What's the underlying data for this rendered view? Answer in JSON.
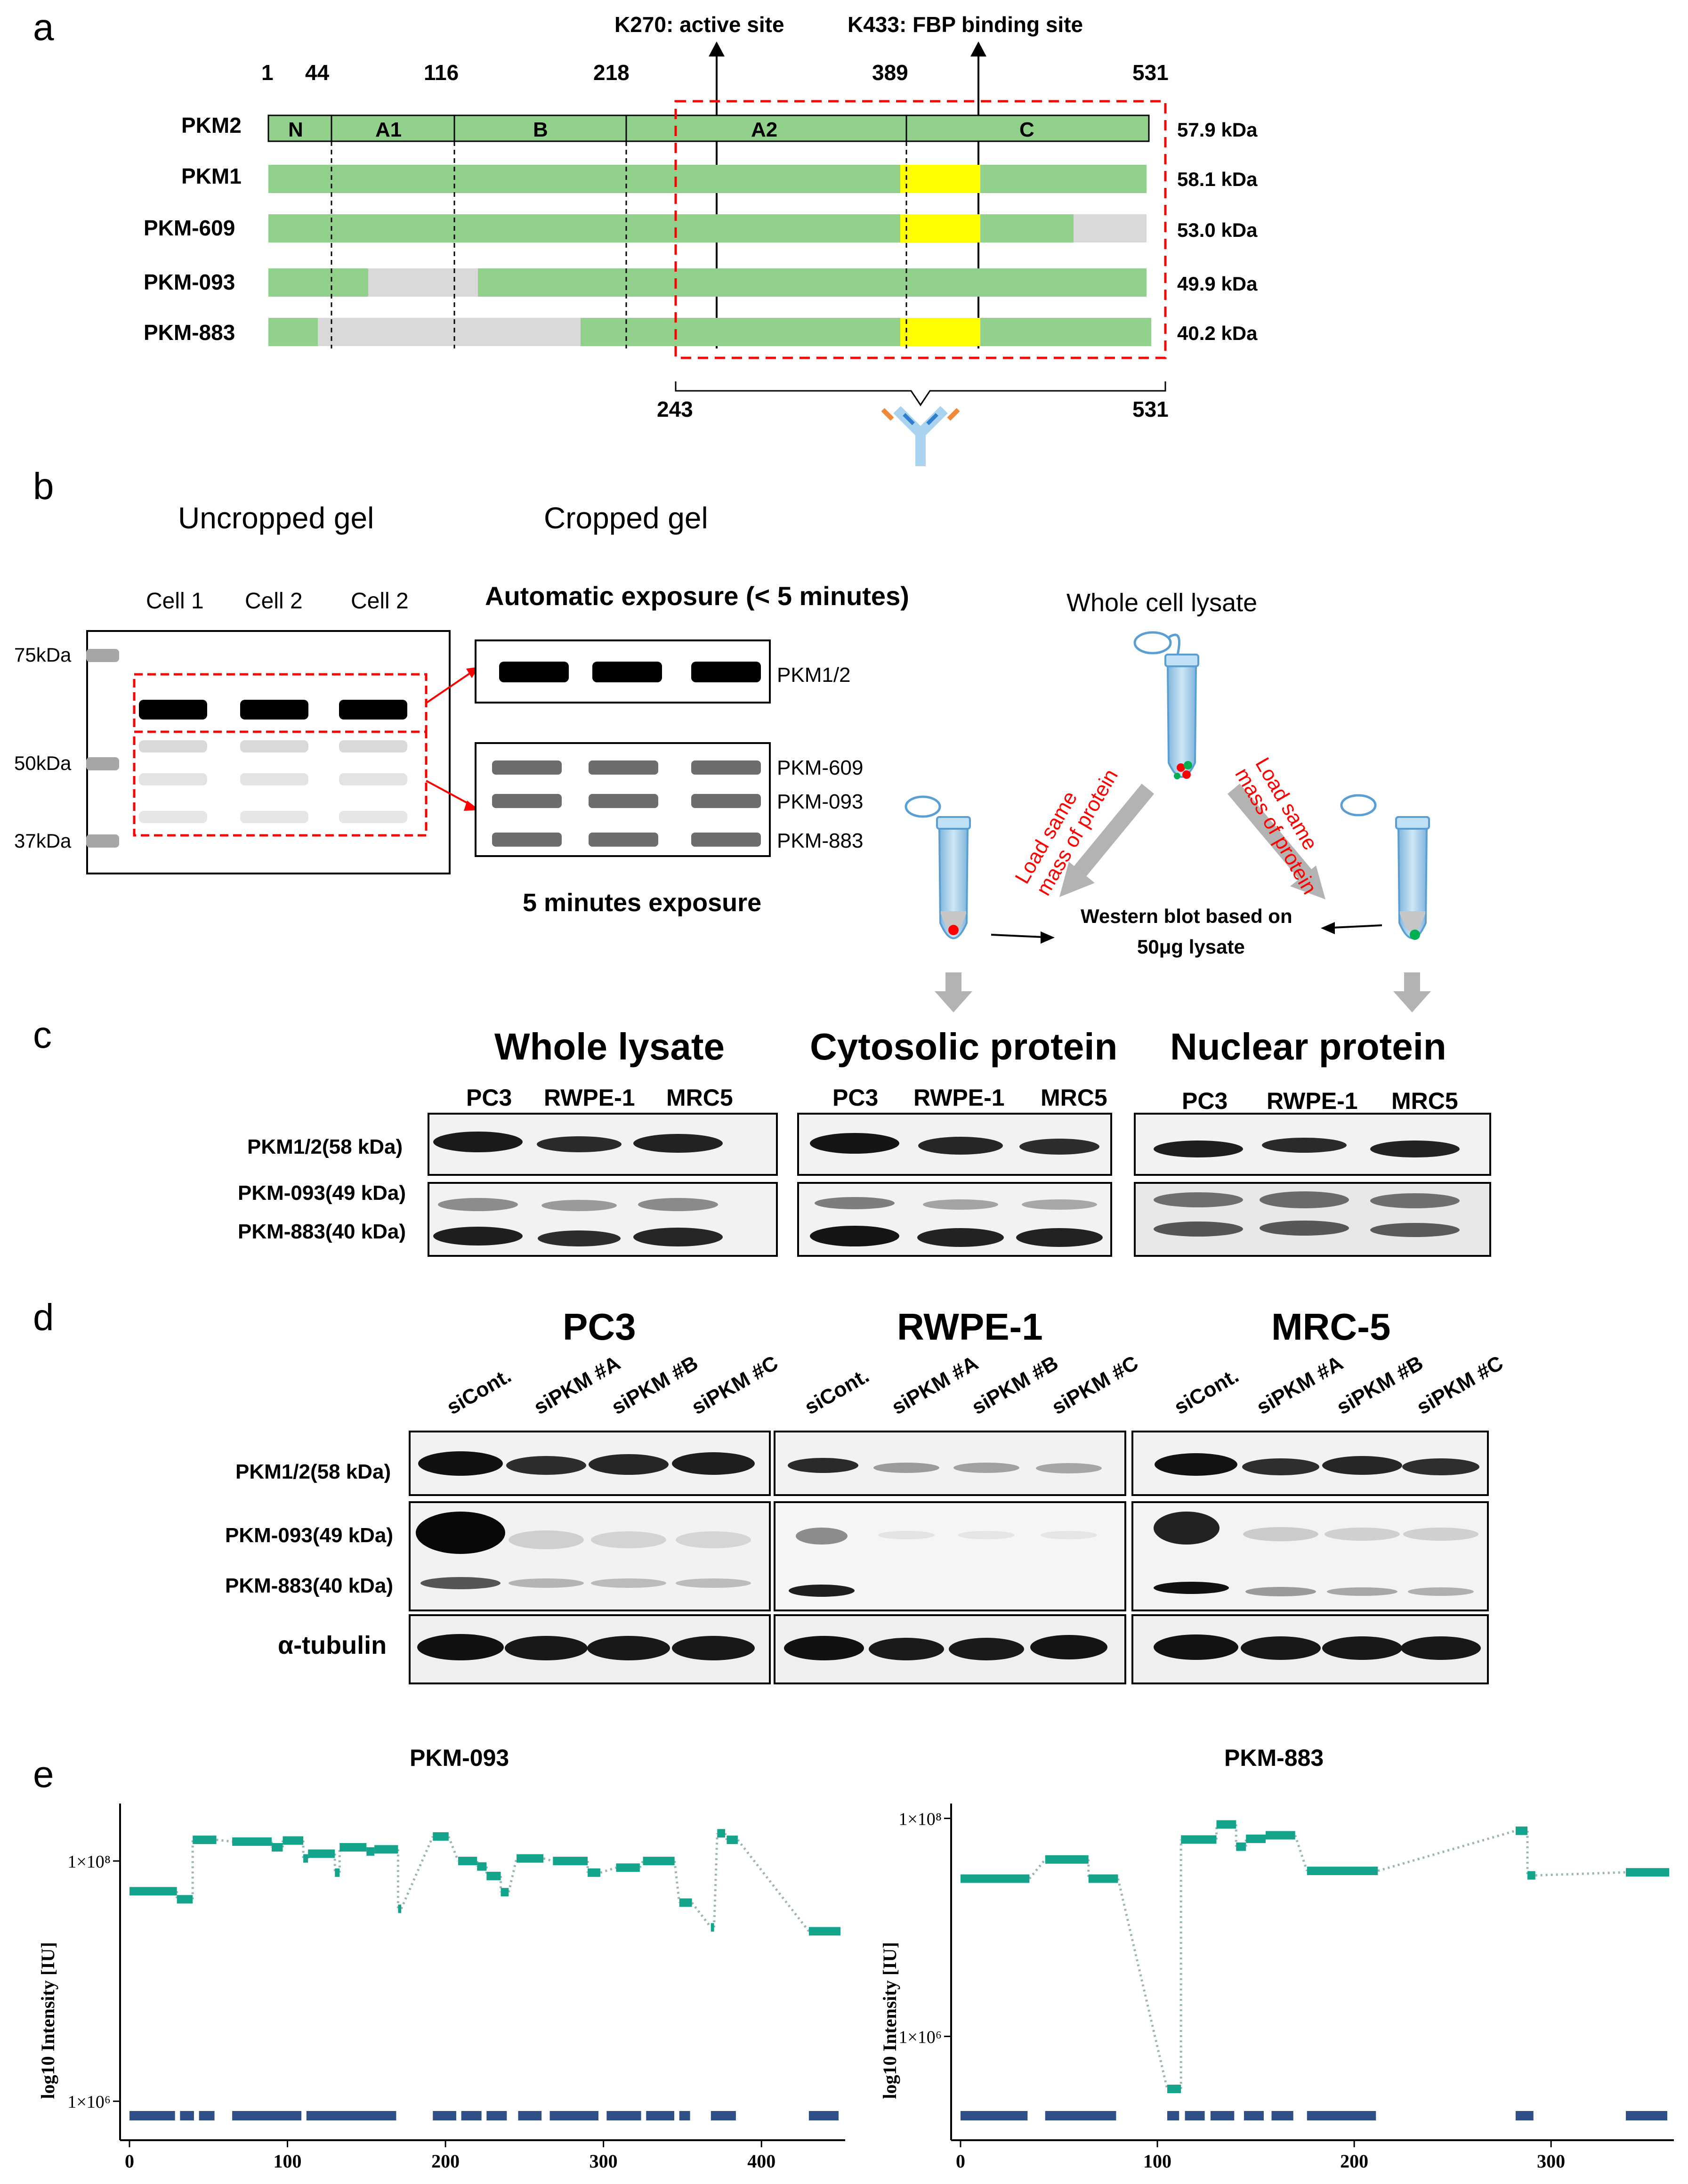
{
  "panels": {
    "a": "a",
    "b": "b",
    "c": "c",
    "d": "d",
    "e": "e"
  },
  "panel_a": {
    "annot_active": "K270: active site",
    "annot_fbp": "K433: FBP binding site",
    "positions": [
      "1",
      "44",
      "116",
      "218",
      "389",
      "531"
    ],
    "antibody_range": [
      "243",
      "531"
    ],
    "domains": [
      "N",
      "A1",
      "B",
      "A2",
      "C"
    ],
    "isoforms": [
      {
        "name": "PKM2",
        "kda": "57.9 kDa"
      },
      {
        "name": "PKM1",
        "kda": "58.1 kDa"
      },
      {
        "name": "PKM-609",
        "kda": "53.0 kDa"
      },
      {
        "name": "PKM-093",
        "kda": "49.9 kDa"
      },
      {
        "name": "PKM-883",
        "kda": "40.2 kDa"
      }
    ],
    "colors": {
      "domain": "#92d18b",
      "missing": "#d9d9d9",
      "alt_exon": "#ffff00",
      "highlight": "#ff0000"
    }
  },
  "panel_b": {
    "uncropped_title": "Uncropped gel",
    "cropped_title": "Cropped gel",
    "cells": [
      "Cell 1",
      "Cell 2",
      "Cell 2"
    ],
    "markers": [
      "75kDa",
      "50kDa",
      "37kDa"
    ],
    "auto_exposure": "Automatic exposure (< 5 minutes)",
    "five_min": "5 minutes exposure",
    "band_labels": [
      "PKM1/2",
      "PKM-609",
      "PKM-093",
      "PKM-883"
    ],
    "lysate_title": "Whole cell lysate",
    "load_text": [
      "Load same",
      "mass of protein"
    ],
    "western_text": [
      "Western blot based on",
      "50μg lysate"
    ]
  },
  "panel_c": {
    "groups": [
      {
        "title": "Whole lysate",
        "lanes": [
          "PC3",
          "RWPE-1",
          "MRC5"
        ]
      },
      {
        "title": "Cytosolic protein",
        "lanes": [
          "PC3",
          "RWPE-1",
          "MRC5"
        ]
      },
      {
        "title": "Nuclear protein",
        "lanes": [
          "PC3",
          "RWPE-1",
          "MRC5"
        ]
      }
    ],
    "row_labels": [
      "PKM1/2(58 kDa)",
      "PKM-093(49 kDa)",
      "PKM-883(40 kDa)"
    ]
  },
  "panel_d": {
    "groups": [
      {
        "title": "PC3"
      },
      {
        "title": "RWPE-1"
      },
      {
        "title": "MRC-5"
      }
    ],
    "lanes": [
      "siCont.",
      "siPKM #A",
      "siPKM #B",
      "siPKM #C"
    ],
    "row_labels": [
      "PKM1/2(58 kDa)",
      "PKM-093(49 kDa)",
      "PKM-883(40 kDa)",
      "α-tubulin"
    ]
  },
  "chart_data": [
    {
      "type": "line",
      "title": "PKM-093",
      "ylabel": "log10 Intensity [IU]",
      "log_scale": true,
      "xlim": [
        0,
        450
      ],
      "xticks": [
        "0",
        "100",
        "200",
        "300",
        "400"
      ],
      "ytick_labels": [
        "1×10⁸",
        "1×10⁶"
      ],
      "segments": [
        [
          0,
          30,
          56000000.0
        ],
        [
          30,
          40,
          48000000.0
        ],
        [
          40,
          55,
          150000000.0
        ],
        [
          65,
          90,
          145000000.0
        ],
        [
          90,
          97,
          130000000.0
        ],
        [
          97,
          110,
          148000000.0
        ],
        [
          110,
          113,
          105000000.0
        ],
        [
          113,
          130,
          115000000.0
        ],
        [
          130,
          133,
          80000000.0
        ],
        [
          133,
          150,
          130000000.0
        ],
        [
          150,
          155,
          120000000.0
        ],
        [
          155,
          170,
          125000000.0
        ],
        [
          170,
          172,
          40000000.0
        ],
        [
          192,
          202,
          160000000.0
        ],
        [
          208,
          220,
          100000000.0
        ],
        [
          220,
          226,
          90000000.0
        ],
        [
          226,
          235,
          75000000.0
        ],
        [
          235,
          240,
          55000000.0
        ],
        [
          245,
          262,
          105000000.0
        ],
        [
          268,
          290,
          100000000.0
        ],
        [
          290,
          298,
          80000000.0
        ],
        [
          308,
          323,
          88000000.0
        ],
        [
          325,
          345,
          100000000.0
        ],
        [
          348,
          356,
          45000000.0
        ],
        [
          368,
          370,
          28000000.0
        ],
        [
          372,
          377,
          170000000.0
        ],
        [
          378,
          385,
          150000000.0
        ],
        [
          430,
          450,
          26000000.0
        ]
      ],
      "coverage": [
        [
          0,
          30
        ],
        [
          32,
          42
        ],
        [
          44,
          55
        ],
        [
          65,
          110
        ],
        [
          112,
          170
        ],
        [
          192,
          208
        ],
        [
          210,
          224
        ],
        [
          226,
          240
        ],
        [
          246,
          262
        ],
        [
          266,
          298
        ],
        [
          302,
          325
        ],
        [
          327,
          346
        ],
        [
          348,
          356
        ],
        [
          368,
          385
        ],
        [
          430,
          450
        ]
      ],
      "colors": {
        "line": "#14a48c",
        "coverage": "#2e5087",
        "link": "#9ab5b3"
      }
    },
    {
      "type": "line",
      "title": "PKM-883",
      "ylabel": "log10 Intensity [IU]",
      "log_scale": true,
      "xlim": [
        0,
        360
      ],
      "xticks": [
        "0",
        "100",
        "200",
        "300"
      ],
      "ytick_labels": [
        "1×10⁸",
        "1×10⁶"
      ],
      "segments": [
        [
          0,
          35,
          28000000.0
        ],
        [
          43,
          65,
          42000000.0
        ],
        [
          65,
          80,
          28000000.0
        ],
        [
          105,
          112,
          330000.0
        ],
        [
          112,
          130,
          64000000.0
        ],
        [
          130,
          140,
          88000000.0
        ],
        [
          140,
          145,
          55000000.0
        ],
        [
          145,
          155,
          65000000.0
        ],
        [
          155,
          170,
          70000000.0
        ],
        [
          176,
          212,
          33000000.0
        ],
        [
          282,
          288,
          77000000.0
        ],
        [
          288,
          292,
          30000000.0
        ],
        [
          338,
          360,
          32000000.0
        ]
      ],
      "coverage": [
        [
          0,
          35
        ],
        [
          43,
          80
        ],
        [
          105,
          112
        ],
        [
          114,
          125
        ],
        [
          127,
          140
        ],
        [
          144,
          155
        ],
        [
          158,
          170
        ],
        [
          176,
          212
        ],
        [
          282,
          292
        ],
        [
          338,
          360
        ]
      ],
      "colors": {
        "line": "#14a48c",
        "coverage": "#2e5087",
        "link": "#9ab5b3"
      }
    }
  ]
}
